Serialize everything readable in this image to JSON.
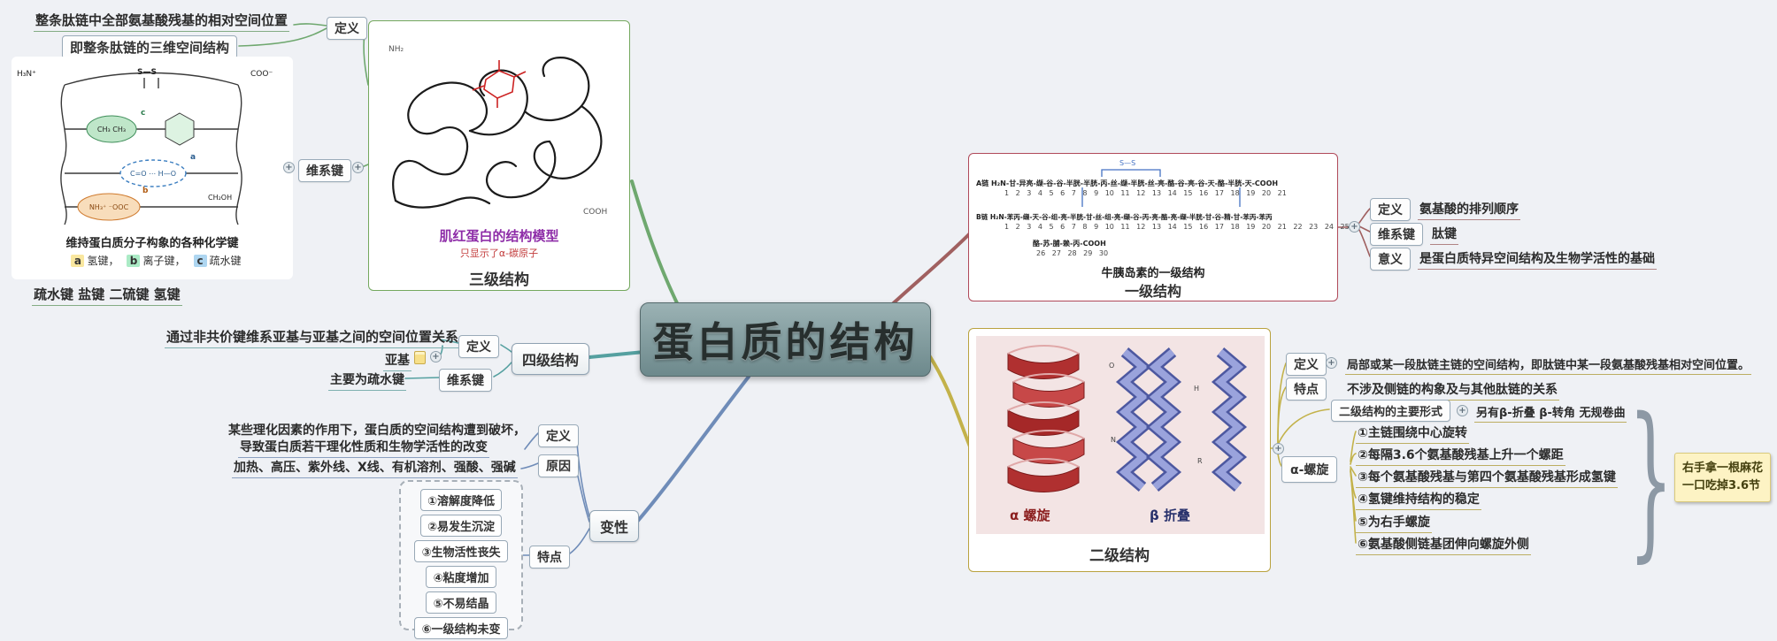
{
  "ui": {
    "plus": "+",
    "brace": "}"
  },
  "central": {
    "title": "蛋白质的结构"
  },
  "colors": {
    "tertiary": "#6fa86f",
    "primary": "#a06060",
    "secondary": "#c3b24a",
    "denaturation": "#6f8cb8",
    "quaternary": "#55a0a0"
  },
  "tertiary": {
    "label": "三级结构",
    "def_label": "定义",
    "def_line1": "整条肽链中全部氨基酸残基的相对空间位置",
    "def_line2": "即整条肽链的三维空间结构",
    "bond_label": "维系键",
    "bond_summary": "疏水键 盐键 二硫键 氢键",
    "chem": {
      "caption": "维持蛋白质分子构象的各种化学键",
      "legend": [
        {
          "k": "a",
          "t": "氢键，"
        },
        {
          "k": "b",
          "t": "离子键，"
        },
        {
          "k": "c",
          "t": "疏水键"
        }
      ],
      "labels": {
        "h3n": "H₃N⁺",
        "coo": "COO⁻",
        "ss": "S—S",
        "ch3": "CH₃  CH₃",
        "co_ho": "C=O ⋯ H—O",
        "salt": "NH₃⁺  ⁻OOC",
        "ch2oh": "CH₂OH",
        "a": "a",
        "b": "b",
        "c": "c"
      }
    },
    "myoglobin": {
      "caption1": "肌红蛋白的结构模型",
      "caption2": "只显示了α-碳原子",
      "labels": {
        "nh2": "NH₂",
        "cooh": "COOH"
      }
    }
  },
  "primary": {
    "label": "一级结构",
    "caption": "牛胰岛素的一级结构",
    "ss": "S—S",
    "chainA": "A链 H₂N-甘-异亮-缬-谷-谷-半胱-半胱-丙-丝-缬-半胱-丝-亮-酪-谷-亮-谷-天-酪-半胱-天-COOH",
    "chainA_nums": "1 2 3 4 5 6 7 8 9 10 11 12 13 14 15 16 17 18 19 20 21",
    "chainB": "B链 H₂N-苯丙-缬-天-谷-组-亮-半胱-甘-丝-组-亮-缬-谷-丙-亮-酪-亮-缬-半胱-甘-谷-精-甘-苯丙-苯丙",
    "chainB_nums": "1 2 3 4 5 6 7 8 9 10 11 12 13 14 15 16 17 18 19 20 21 22 23 24 25",
    "chainB2": "酪-苏-脯-赖-丙-COOH",
    "chainB2_nums": "26 27 28 29 30",
    "rows": [
      {
        "label": "定义",
        "text": "氨基酸的排列顺序"
      },
      {
        "label": "维系键",
        "text": "肽键"
      },
      {
        "label": "意义",
        "text": "是蛋白质特异空间结构及生物学活性的基础"
      }
    ]
  },
  "secondary": {
    "label": "二级结构",
    "alpha_label": "α 螺旋",
    "beta_label": "β 折叠",
    "atoms": [
      "O",
      "H",
      "N",
      "R"
    ],
    "def_label": "定义",
    "def_text": "局部或某一段肽链主链的空间结构，即肽链中某一段氨基酸残基相对空间位置。",
    "feature_label": "特点",
    "feature_text": "不涉及侧链的构象及与其他肽链的关系",
    "forms_label": "二级结构的主要形式",
    "forms_text": "另有β-折叠 β-转角 无规卷曲",
    "helix_label": "α-螺旋",
    "helix_items": [
      "①主链围绕中心旋转",
      "②每隔3.6个氨基酸残基上升一个螺距",
      "③每个氨基酸残基与第四个氨基酸残基形成氢键",
      "④氢键维持结构的稳定",
      "⑤为右手螺旋",
      "⑥氨基酸侧链基团伸向螺旋外侧"
    ],
    "note_line1": "右手拿一根麻花",
    "note_line2": "一口吃掉3.6节"
  },
  "quaternary": {
    "label": "四级结构",
    "def_label": "定义",
    "def_text": "通过非共价键维系亚基与亚基之间的空间位置关系",
    "subunit": "亚基",
    "bond_label": "维系键",
    "bond_text": "主要为疏水键"
  },
  "denaturation": {
    "label": "变性",
    "def_label": "定义",
    "def_line1": "某些理化因素的作用下，蛋白质的空间结构遭到破坏，",
    "def_line2": "导致蛋白质若干理化性质和生物学活性的改变",
    "cause_label": "原因",
    "cause_text": "加热、高压、紫外线、X线、有机溶剂、强酸、强碱",
    "feature_label": "特点",
    "feature_items": [
      "①溶解度降低",
      "②易发生沉淀",
      "③生物活性丧失",
      "④粘度增加",
      "⑤不易结晶",
      "⑥一级结构未变"
    ]
  }
}
